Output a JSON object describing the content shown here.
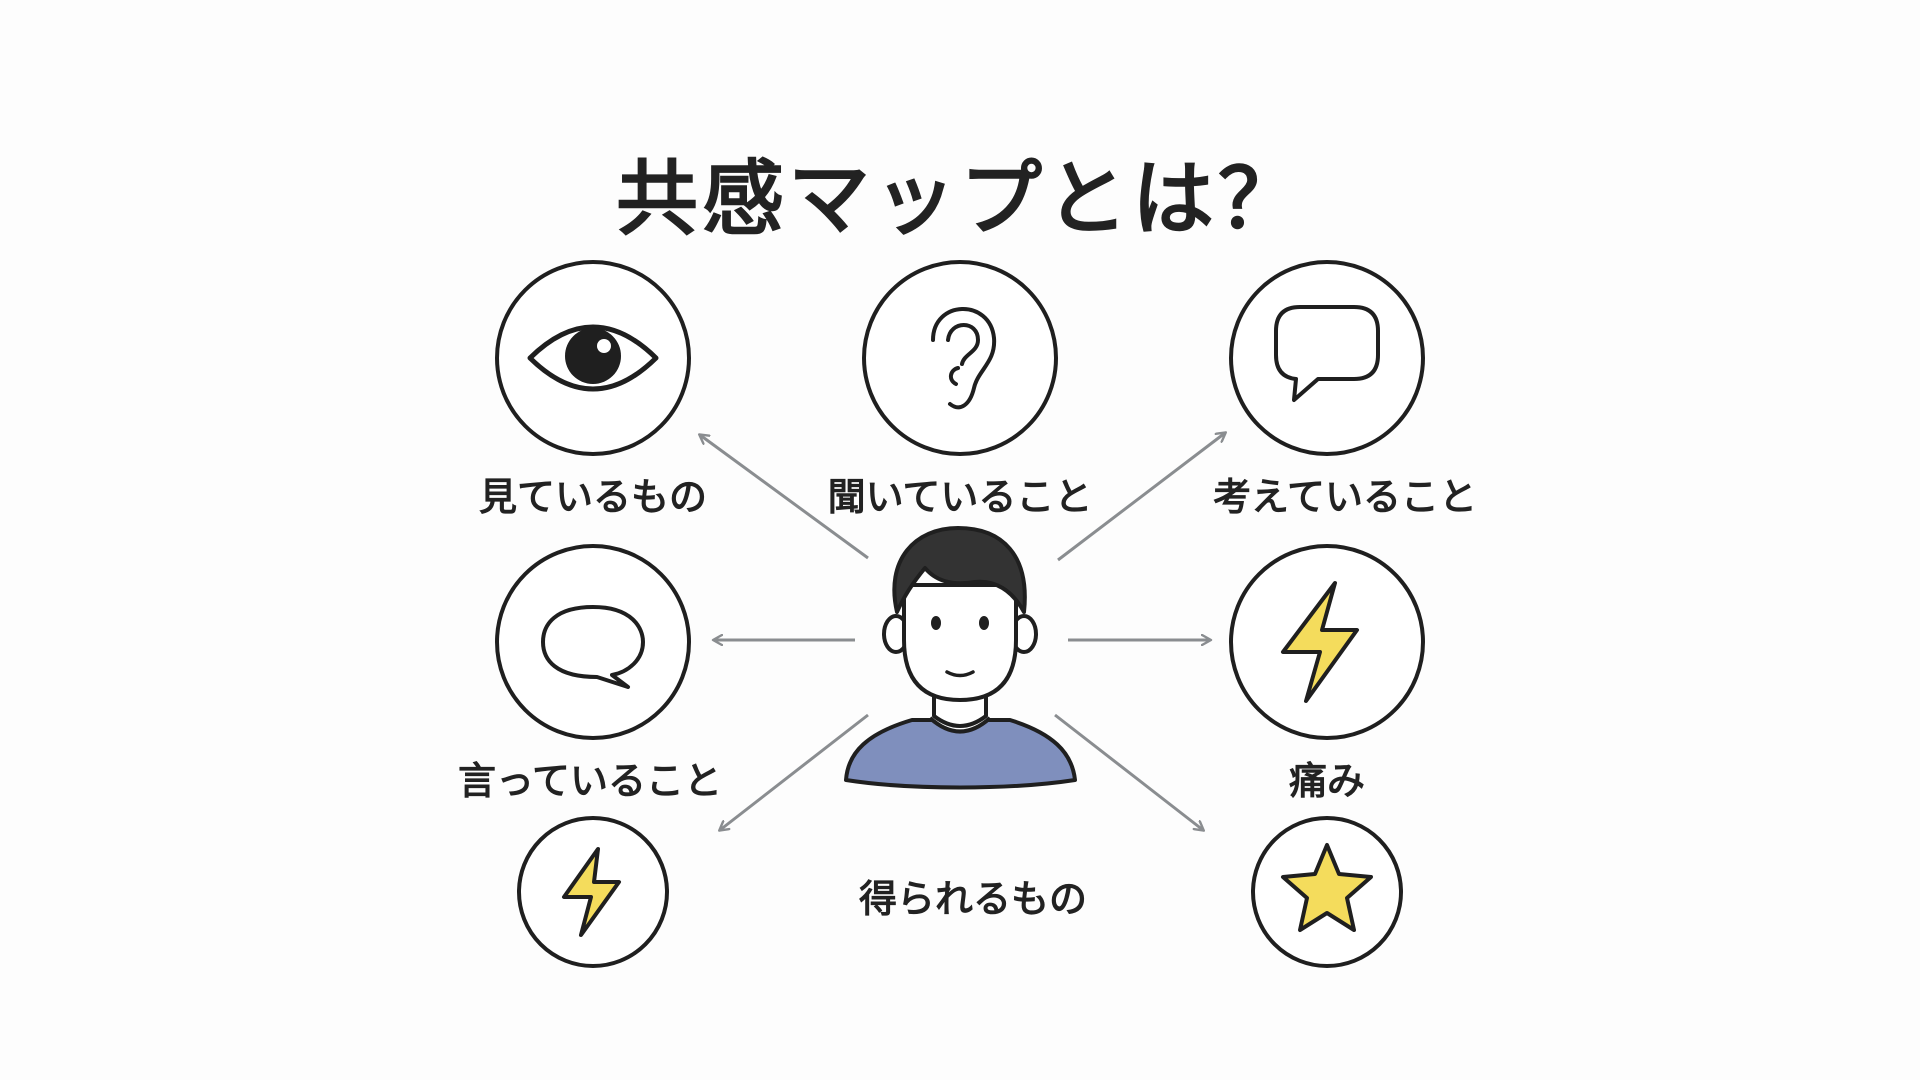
{
  "title": "共感マップとは？",
  "labels": {
    "see": "見ているもの",
    "hear": "聞いていること",
    "think": "考えていること",
    "say": "言っていること",
    "pain": "痛み",
    "gain": "得られるもの"
  },
  "icons": {
    "see": "eye-icon",
    "hear": "ear-icon",
    "think": "speech-bubble-icon",
    "say": "chat-bubble-icon",
    "pain": "lightning-bolt-icon",
    "gain_left": "lightning-bolt-icon",
    "gain_right": "star-icon",
    "center": "person-avatar"
  },
  "colors": {
    "outline": "#1f1f1f",
    "arrow": "#8a8d90",
    "accent_yellow": "#f4dc5c",
    "shirt": "#7f8fbd",
    "hair": "#333333"
  }
}
